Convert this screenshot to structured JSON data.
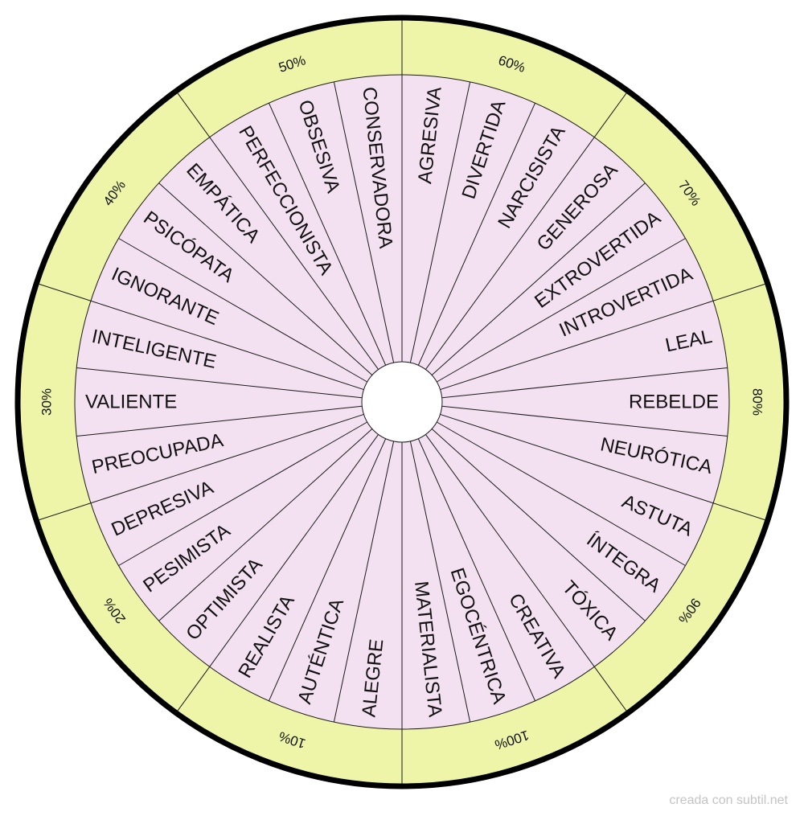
{
  "colors": {
    "outer_ring": "#eef5a8",
    "inner_sectors": "#f3e1f1",
    "lines": "#1a1a1a",
    "border": "#000000",
    "hub": "#ffffff"
  },
  "ring_labels": [
    "60%",
    "70%",
    "80%",
    "90%",
    "100%",
    "10%",
    "20%",
    "30%",
    "40%",
    "50%"
  ],
  "sectors": [
    "AGRESIVA",
    "DIVERTIDA",
    "NARCISISTA",
    "GENEROSA",
    "EXTROVERTIDA",
    "INTROVERTIDA",
    "LEAL",
    "REBELDE",
    "NEURÓTICA",
    "ASTUTA",
    "ÍNTEGRA",
    "TÓXICA",
    "CREATIVA",
    "EGOCÉNTRICA",
    "MATERIALISTA",
    "ALEGRE",
    "AUTÉNTICA",
    "REALISTA",
    "OPTIMISTA",
    "PESIMISTA",
    "DEPRESIVA",
    "PREOCUPADA",
    "VALIENTE",
    "INTELIGENTE",
    "IGNORANTE",
    "PSICÓPATA",
    "EMPÁTICA",
    "PERFECCIONISTA",
    "OBSESIVA",
    "CONSERVADORA"
  ],
  "footer": {
    "credit": "creada con subtil.net"
  }
}
